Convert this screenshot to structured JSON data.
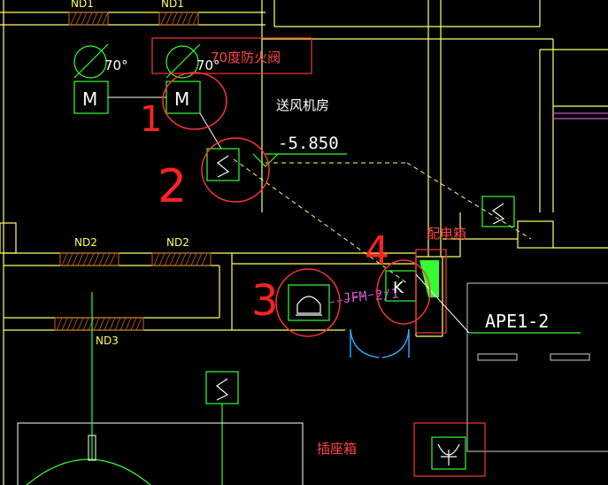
{
  "colors": {
    "background": "#000000",
    "wall": "#ffff66",
    "equipment": "#33ff33",
    "hatch": "#c86428",
    "annotation_red": "#ff3333",
    "label_white": "#ffffff",
    "label_red_text": "#ff4444",
    "leader_white": "#e0e0e0",
    "door": "#33aaff",
    "cable_magenta": "#cc55cc",
    "panel_gray": "#cccccc"
  },
  "labels": {
    "nd1_left": "ND1",
    "nd1_right": "ND1",
    "nd2_left": "ND2",
    "nd2_right": "ND2",
    "nd3": "ND3",
    "damper_temp_1": "70°",
    "damper_temp_2": "70°",
    "fire_damper_note": "70度防火阀",
    "motor_1": "M",
    "motor_2": "M",
    "room_name": "送风机房",
    "elevation": "-5.850",
    "distribution_box": "配电箱",
    "socket_box": "插座箱",
    "panel_name": "APE1-2",
    "switch_k": "K",
    "cable_tag": "JFM 2/1"
  },
  "markers": {
    "marker_1": "1",
    "marker_2": "2",
    "marker_3": "3",
    "marker_4": "4"
  }
}
